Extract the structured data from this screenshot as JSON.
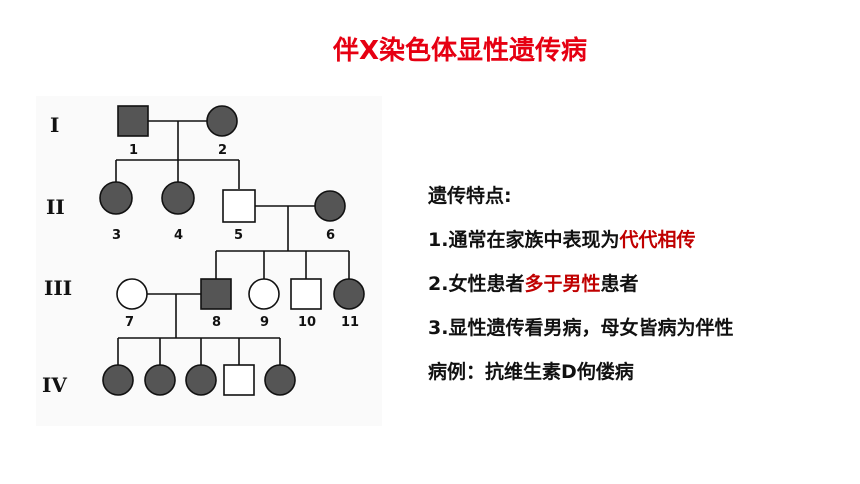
{
  "title": "伴X染色体显性遗传病",
  "pedigree": {
    "generations": [
      "I",
      "II",
      "III",
      "IV"
    ],
    "individuals": [
      {
        "id": "I-1",
        "label": "1",
        "sex": "male",
        "affected": true
      },
      {
        "id": "I-2",
        "label": "2",
        "sex": "female",
        "affected": true
      },
      {
        "id": "II-3",
        "label": "3",
        "sex": "female",
        "affected": true
      },
      {
        "id": "II-4",
        "label": "4",
        "sex": "female",
        "affected": true
      },
      {
        "id": "II-5",
        "label": "5",
        "sex": "male",
        "affected": false
      },
      {
        "id": "II-6",
        "label": "6",
        "sex": "female",
        "affected": true
      },
      {
        "id": "III-7",
        "label": "7",
        "sex": "female",
        "affected": false
      },
      {
        "id": "III-8",
        "label": "8",
        "sex": "male",
        "affected": true
      },
      {
        "id": "III-9",
        "label": "9",
        "sex": "female",
        "affected": false
      },
      {
        "id": "III-10",
        "label": "10",
        "sex": "male",
        "affected": false
      },
      {
        "id": "III-11",
        "label": "11",
        "sex": "female",
        "affected": true
      },
      {
        "id": "IV-1",
        "sex": "female",
        "affected": true
      },
      {
        "id": "IV-2",
        "sex": "female",
        "affected": true
      },
      {
        "id": "IV-3",
        "sex": "female",
        "affected": true
      },
      {
        "id": "IV-4",
        "sex": "male",
        "affected": false
      },
      {
        "id": "IV-5",
        "sex": "female",
        "affected": true
      }
    ]
  },
  "notes": {
    "heading": "遗传特点:",
    "item1_prefix": "1.通常在家族中表现为",
    "item1_highlight": "代代相传",
    "item2_prefix": "2.女性患者",
    "item2_highlight": "多于男性",
    "item2_suffix": "患者",
    "item3": "3.显性遗传看男病，母女皆病为伴性",
    "example": "病例：抗维生素D佝偻病"
  },
  "colors": {
    "title": "#e60012",
    "highlight": "#c00000",
    "affected_fill": "#555555"
  }
}
